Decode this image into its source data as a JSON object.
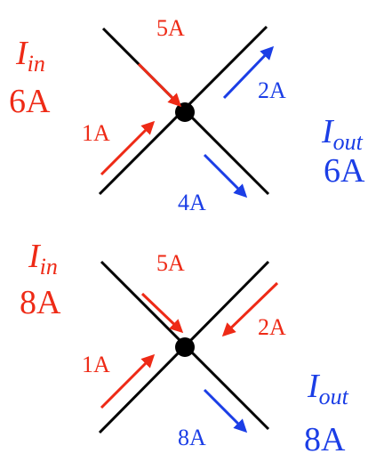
{
  "colors": {
    "in": "#ee2a16",
    "out": "#1b3ee6",
    "wire": "#000000",
    "node": "#000000"
  },
  "diagrams": [
    {
      "in_symbol": "I",
      "in_sub": "in",
      "in_total": "6A",
      "out_symbol": "I",
      "out_sub": "out",
      "out_total": "6A",
      "arrows": [
        {
          "label": "5A",
          "flow": "in"
        },
        {
          "label": "1A",
          "flow": "in"
        },
        {
          "label": "2A",
          "flow": "out"
        },
        {
          "label": "4A",
          "flow": "out"
        }
      ]
    },
    {
      "in_symbol": "I",
      "in_sub": "in",
      "in_total": "8A",
      "out_symbol": "I",
      "out_sub": "out",
      "out_total": "8A",
      "arrows": [
        {
          "label": "5A",
          "flow": "in"
        },
        {
          "label": "1A",
          "flow": "in"
        },
        {
          "label": "2A",
          "flow": "in"
        },
        {
          "label": "8A",
          "flow": "out"
        }
      ]
    }
  ]
}
